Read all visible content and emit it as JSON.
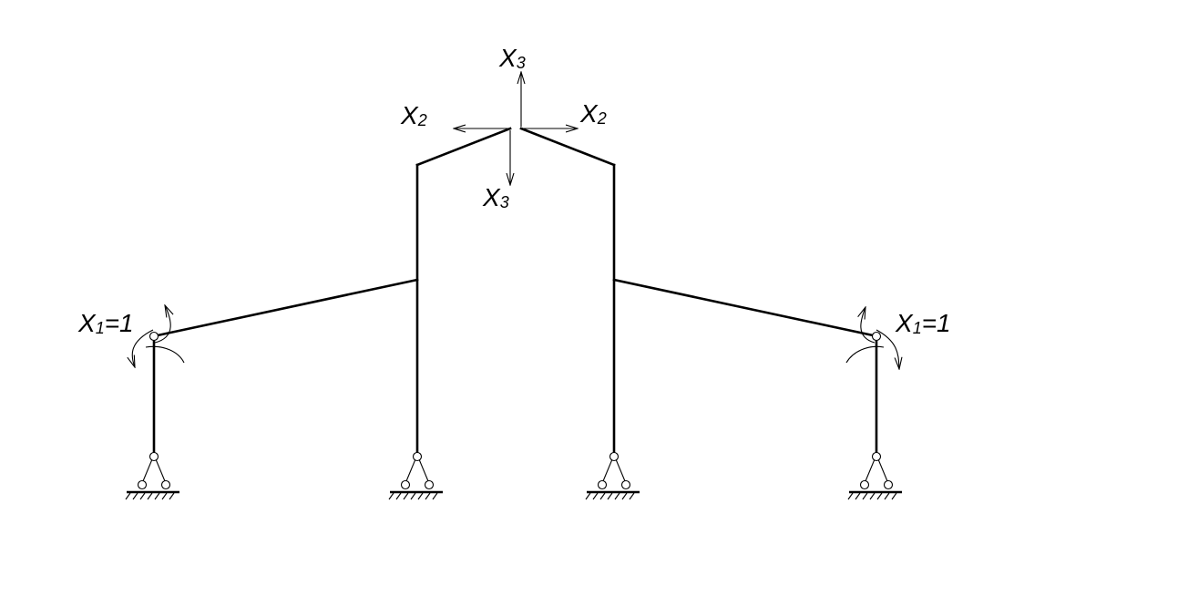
{
  "labels": {
    "x1_left": "X",
    "x1_left_sub": "1",
    "x1_left_suffix": "=1",
    "x1_right": "X",
    "x1_right_sub": "1",
    "x1_right_suffix": "=1",
    "x2_left": "X",
    "x2_left_sub": "2",
    "x2_right": "X",
    "x2_right_sub": "2",
    "x3_top": "X",
    "x3_top_sub": "3",
    "x3_bottom": "X",
    "x3_bottom_sub": "3"
  },
  "supports": [
    "pinned-support-1",
    "pinned-support-2",
    "pinned-support-3",
    "pinned-support-4"
  ]
}
